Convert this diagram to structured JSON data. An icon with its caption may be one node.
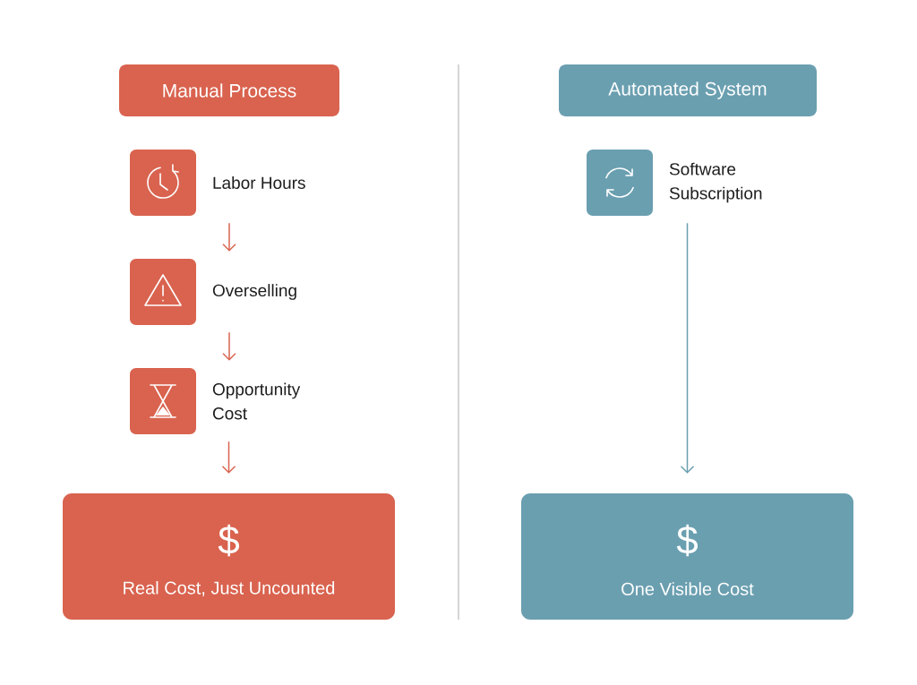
{
  "diagram": {
    "nodes": [
      {
        "text": [
          "Manual Process"
        ]
      },
      {
        "text": [
          "Labor Hours"
        ]
      },
      {
        "text": [
          "Overselling"
        ]
      },
      {
        "text": [
          "Opportunity Cost"
        ]
      },
      {
        "text": [
          "$",
          "Real Cost, Just Uncounted"
        ]
      },
      {
        "text": [
          "Automated System"
        ]
      },
      {
        "text": [
          "Software Subscription"
        ]
      },
      {
        "text": [
          "$",
          "One Visible Cost"
        ]
      }
    ],
    "edges": [
      {
        "from": 1,
        "to": 2,
        "arrow": "to"
      },
      {
        "from": 2,
        "to": 3,
        "arrow": "to"
      },
      {
        "from": 3,
        "to": 4,
        "arrow": "to"
      },
      {
        "from": 6,
        "to": 7,
        "arrow": "to",
        "color": "#6a9fb0"
      }
    ]
  }
}
